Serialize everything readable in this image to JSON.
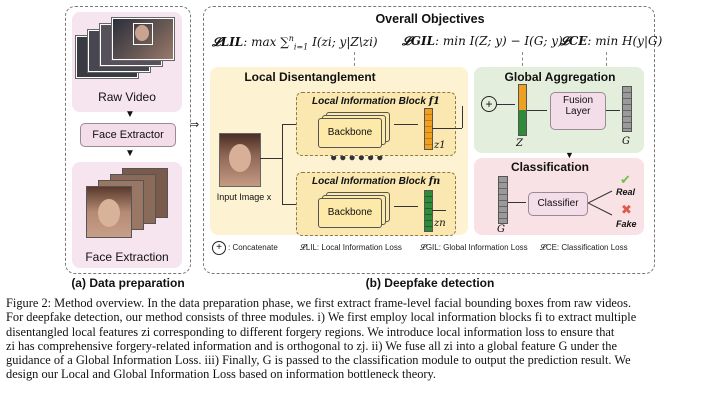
{
  "left_panel": {
    "raw_video": "Raw Video",
    "face_extractor": "Face Extractor",
    "face_extraction": "Face Extraction",
    "title": "(a) Data preparation"
  },
  "objectives": {
    "title": "Overall Objectives",
    "lil": "𝓛LIL: max ∑i=1..n I(zi; y | Z\\zi)",
    "lil_label": "𝓛LIL",
    "lil_expr": ": max ∑",
    "lil_sum_top": "n",
    "lil_sum_bot": "i=1",
    "lil_tail": "I(zi; y|Z\\zi)",
    "gil_label": "𝓛GIL",
    "gil_expr": ": min I(Z; y) − I(G; y)",
    "ce_label": "𝓛CE",
    "ce_expr": ": min H(y|G)"
  },
  "local": {
    "title": "Local Disentanglement",
    "block1": "Local Information Block f1",
    "blockn": "Local Information Block fn",
    "block1_name": "Local Information Block",
    "block1_f": "f1",
    "blockn_f": "fn",
    "backbone": "Backbone",
    "z1": "z1",
    "zn": "zn",
    "input_label": "Input Image x"
  },
  "global": {
    "title": "Global Aggregation",
    "fusion": "Fusion Layer",
    "z_label": "Z",
    "g_label": "G"
  },
  "classification": {
    "title": "Classification",
    "classifier": "Classifier",
    "g_label": "G",
    "real": "Real",
    "fake": "Fake"
  },
  "legend": {
    "concat": ": Concatenate",
    "lil": "𝓛LIL: Local Information Loss",
    "gil": "𝓛GIL: Global Information Loss",
    "ce": "𝓛CE: Classification Loss"
  },
  "right_title": "(b) Deepfake detection",
  "caption": {
    "lines": [
      "Figure 2: Method overview. In the data preparation phase, we first extract frame-level facial bounding boxes from raw videos.",
      "For deepfake detection, our method consists of three modules. i) We first employ local information blocks fi to extract multiple",
      "disentangled local features zi corresponding to different forgery regions. We introduce local information loss to ensure that",
      "zi has comprehensive forgery-related information and is orthogonal to zj. ii) We fuse all zi into a global feature G under the",
      "guidance of a Global Information Loss. iii) Finally, G is passed to the classification module to output the prediction result. We",
      "design our Local and Global Information Loss based on information bottleneck theory."
    ]
  },
  "colors": {
    "pink_bg": "#f6e4ee",
    "yellow_bg": "#fdf3d3",
    "green_bg": "#e3efdc",
    "rose_bg": "#f8e2e6",
    "orange_vec": "#f0a020",
    "green_vec": "#2e8b3a",
    "gray_vec": "#9a9a9a",
    "real_check": "#6cc24a",
    "fake_cross": "#e05a4a"
  }
}
